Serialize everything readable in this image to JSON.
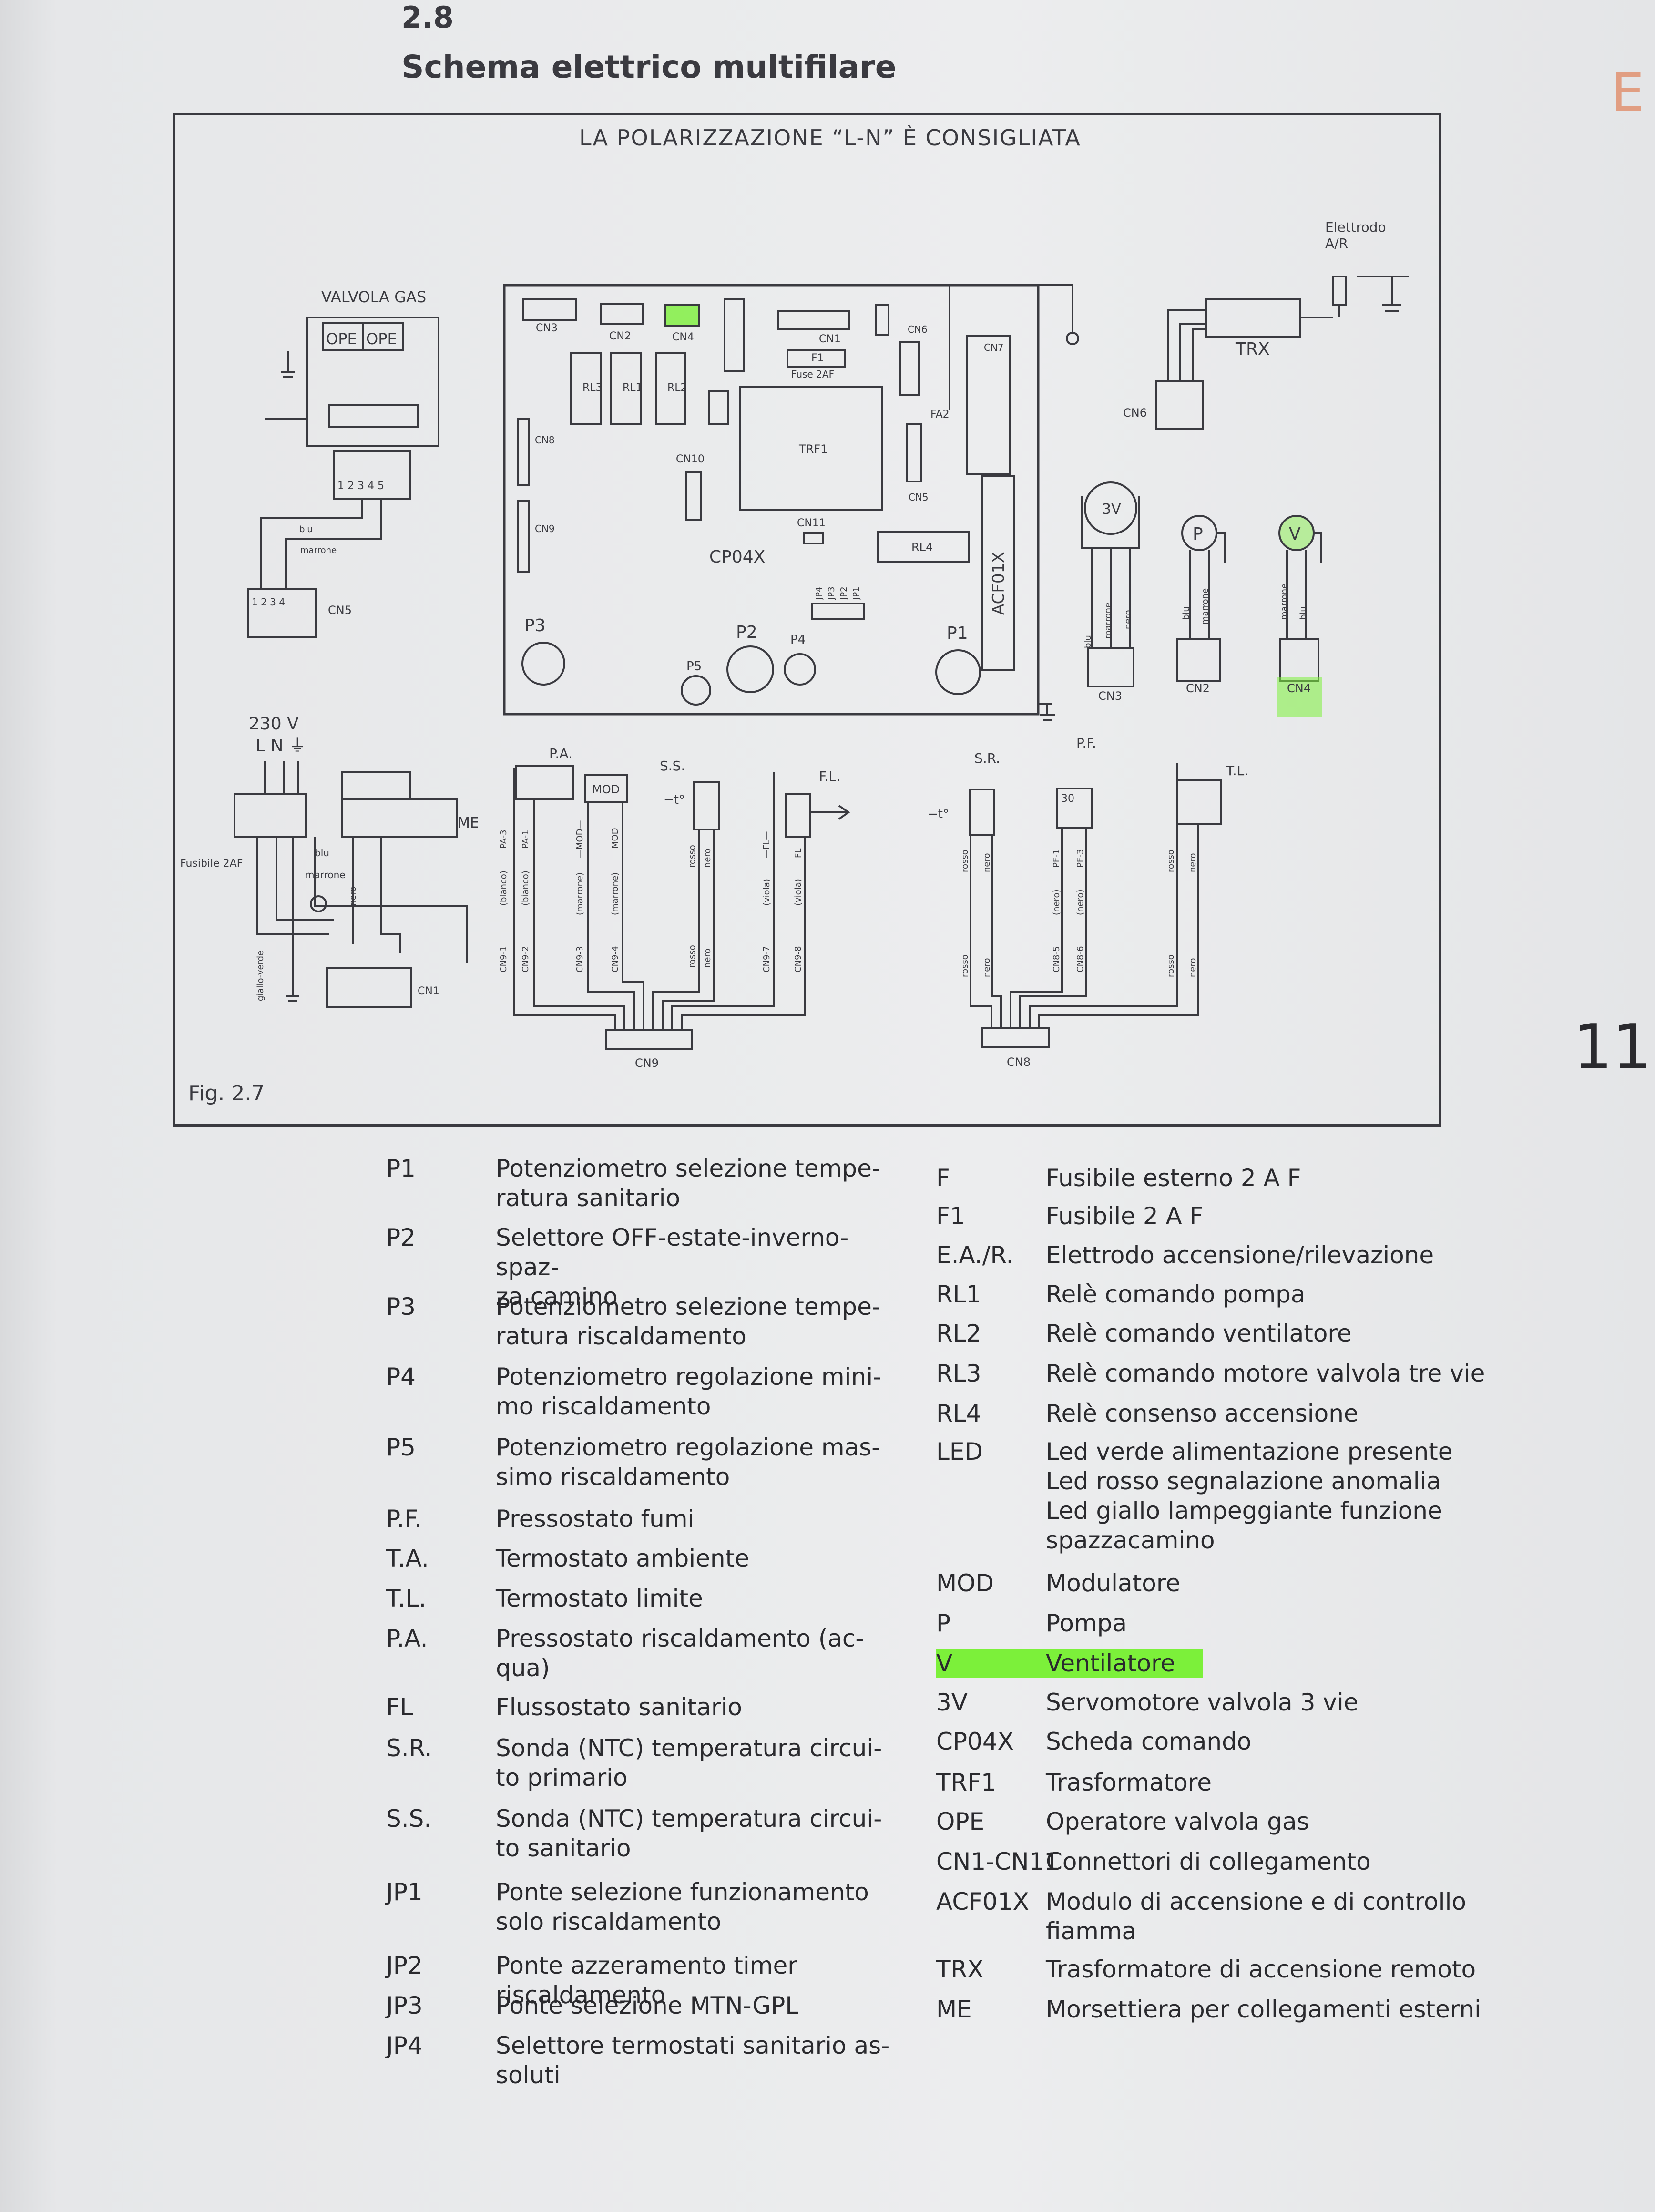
{
  "header": {
    "section_number": "2.8",
    "section_title": "Schema elettrico multifilare",
    "page_number": "11"
  },
  "figure": {
    "label": "Fig. 2.7",
    "polarization_note": "LA POLARIZZAZIONE “L-N” È CONSIGLIATA",
    "board": {
      "name": "CP04X",
      "connectors": [
        "CN3",
        "CN2",
        "CN4",
        "CN1",
        "CN6",
        "CN7",
        "CN8",
        "CN9",
        "CN10",
        "CN11",
        "CN5"
      ],
      "relays": [
        "RL3",
        "RL1",
        "RL2",
        "RL4"
      ],
      "transformer": "TRF1",
      "fuse": "F1",
      "fuse_rating": "Fuse 2AF",
      "module": "ACF01X",
      "fa2": "FA2",
      "jumpers": [
        "JP4",
        "JP3",
        "JP2",
        "JP1"
      ],
      "pots": [
        "P3",
        "P2",
        "P1",
        "P5",
        "P4"
      ]
    },
    "gas_valve": {
      "title": "VALVOLA GAS",
      "ope1": "OPE",
      "ope2": "OPE",
      "pins": "1 2 3 4 5",
      "cn": "CN5",
      "wire_blu": "blu",
      "wire_marrone": "marrone",
      "cn5_pins": "1 2 3 4"
    },
    "electrode": {
      "label_1": "Elettrodo",
      "label_2": "A/R",
      "trx": "TRX",
      "cn6": "CN6"
    },
    "components_right": {
      "v3": "3V",
      "p": "P",
      "v": "V",
      "cn3": "CN3",
      "cn2": "CN2",
      "cn4": "CN4",
      "w_blu": "blu",
      "w_marrone": "marrone",
      "w_nero": "nero"
    },
    "power": {
      "voltage": "230 V",
      "lne": "L N ⏚",
      "fuse": "Fusibile 2AF",
      "me": "ME",
      "cn1": "CN1",
      "blu": "blu",
      "marrone": "marrone",
      "giallo_verde": "giallo-verde",
      "nero": "nero"
    },
    "lower_left": {
      "pa": "P.A.",
      "ss": "S.S.",
      "fl": "F.L.",
      "mod": "MOD",
      "t": "−t°",
      "wires": [
        "PA-3",
        "PA-1",
        "—MOD—",
        "MOD",
        "rosso",
        "nero",
        "—FL—",
        "FL"
      ],
      "colors": [
        "(bianco)",
        "(bianco)",
        "(marrone)",
        "(marrone)",
        "",
        "",
        "(viola)",
        "(viola)"
      ],
      "pins": [
        "CN9-1",
        "CN9-2",
        "CN9-3",
        "CN9-4",
        "rosso",
        "nero",
        "CN9-7",
        "CN9-8"
      ],
      "cn": "CN9"
    },
    "lower_right": {
      "sr": "S.R.",
      "pf": "P.F.",
      "tl": "T.L.",
      "t": "−t°",
      "pf_num": "30",
      "wires": [
        "rosso",
        "nero",
        "PF-1",
        "PF-3",
        "rosso",
        "nero"
      ],
      "colors": [
        "",
        "",
        "(nero)",
        "(nero)",
        "",
        ""
      ],
      "pins": [
        "rosso",
        "nero",
        "CN8-5",
        "CN8-6",
        "rosso",
        "nero"
      ],
      "cn": "CN8"
    },
    "highlight_color": "#7cf03a"
  },
  "legend_left": [
    {
      "code": "P1",
      "desc": "Potenziometro selezione tempe-\nratura sanitario"
    },
    {
      "code": "P2",
      "desc": "Selettore OFF-estate-inverno-spaz-\nza camino"
    },
    {
      "code": "P3",
      "desc": "Potenziometro selezione tempe-\nratura riscaldamento"
    },
    {
      "code": "P4",
      "desc": "Potenziometro regolazione mini-\nmo riscaldamento"
    },
    {
      "code": "P5",
      "desc": "Potenziometro regolazione mas-\nsimo riscaldamento"
    },
    {
      "code": "P.F.",
      "desc": "Pressostato fumi"
    },
    {
      "code": "T.A.",
      "desc": "Termostato ambiente"
    },
    {
      "code": "T.L.",
      "desc": "Termostato limite"
    },
    {
      "code": "P.A.",
      "desc": "Pressostato riscaldamento (ac-\nqua)"
    },
    {
      "code": "FL",
      "desc": "Flussostato sanitario"
    },
    {
      "code": "S.R.",
      "desc": "Sonda (NTC) temperatura circui-\nto primario"
    },
    {
      "code": "S.S.",
      "desc": "Sonda (NTC) temperatura circui-\nto sanitario"
    },
    {
      "code": "JP1",
      "desc": "Ponte selezione funzionamento\nsolo riscaldamento"
    },
    {
      "code": "JP2",
      "desc": "Ponte azzeramento timer riscaldamento"
    },
    {
      "code": "JP3",
      "desc": "Ponte selezione MTN-GPL"
    },
    {
      "code": "JP4",
      "desc": "Selettore termostati sanitario as-\nsoluti"
    }
  ],
  "legend_right": [
    {
      "code": "F",
      "desc": "Fusibile esterno 2 A F"
    },
    {
      "code": "F1",
      "desc": "Fusibile 2 A F"
    },
    {
      "code": "E.A./R.",
      "desc": "Elettrodo accensione/rilevazione"
    },
    {
      "code": "RL1",
      "desc": "Relè comando pompa"
    },
    {
      "code": "RL2",
      "desc": "Relè comando ventilatore"
    },
    {
      "code": "RL3",
      "desc": "Relè comando motore valvola tre vie"
    },
    {
      "code": "RL4",
      "desc": "Relè consenso accensione"
    },
    {
      "code": "LED",
      "desc": "Led verde alimentazione presente\nLed rosso segnalazione anomalia\nLed giallo lampeggiante funzione\nspazzacamino"
    },
    {
      "code": "MOD",
      "desc": "Modulatore"
    },
    {
      "code": "P",
      "desc": "Pompa"
    },
    {
      "code": "V",
      "desc": "Ventilatore",
      "highlight": true
    },
    {
      "code": "3V",
      "desc": "Servomotore valvola 3 vie"
    },
    {
      "code": "CP04X",
      "desc": "Scheda comando"
    },
    {
      "code": "TRF1",
      "desc": "Trasformatore"
    },
    {
      "code": "OPE",
      "desc": "Operatore valvola gas"
    },
    {
      "code": "CN1-CN11",
      "desc": "Connettori di collegamento"
    },
    {
      "code": "ACF01X",
      "desc": "Modulo di accensione e di controllo\nfiamma"
    },
    {
      "code": "TRX",
      "desc": "Trasformatore di accensione remoto"
    },
    {
      "code": "ME",
      "desc": "Morsettiera per collegamenti esterni"
    }
  ]
}
